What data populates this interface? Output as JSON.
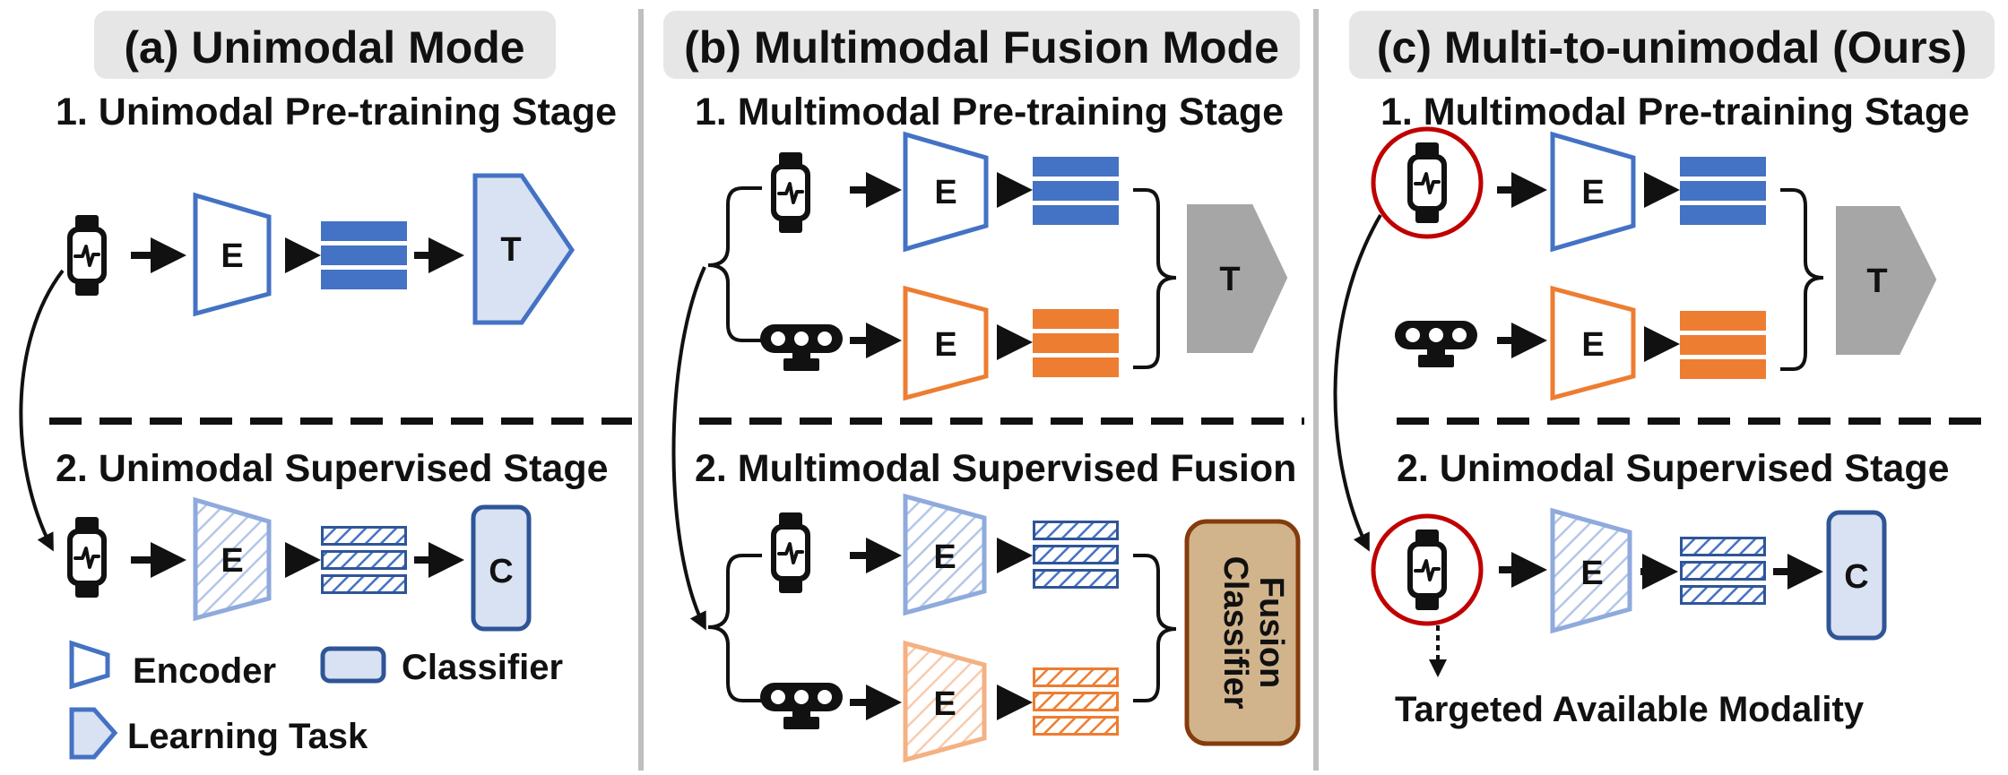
{
  "colors": {
    "blue": "#4472C4",
    "blue_light": "#D9E2F3",
    "orange": "#ED7D31",
    "gray": "#A6A6A6",
    "title_bg": "#E7E6E6",
    "red_circle": "#C00000",
    "fusion_bg": "#D2B48C",
    "fusion_border": "#843C0C"
  },
  "icons": [
    "smartwatch-icon",
    "depth-camera-icon"
  ],
  "panel_a": {
    "title": "(a) Unimodal Mode",
    "stage1": "1. Unimodal Pre-training Stage",
    "stage2": "2. Unimodal  Supervised Stage",
    "encoder_label": "E",
    "task_label": "T",
    "classifier_label": "C"
  },
  "panel_b": {
    "title": "(b) Multimodal Fusion Mode",
    "stage1": "1. Multimodal Pre-training Stage",
    "stage2": "2. Multimodal Supervised Fusion",
    "encoder_label": "E",
    "task_label": "T",
    "fusion_line1": "Fusion",
    "fusion_line2": "Classifier"
  },
  "panel_c": {
    "title": "(c) Multi-to-unimodal (Ours)",
    "stage1": "1. Multimodal Pre-training Stage",
    "stage2": "2. Unimodal Supervised Stage",
    "encoder_label": "E",
    "task_label": "T",
    "classifier_label": "C",
    "note": "Targeted Available Modality"
  },
  "legend": {
    "encoder": "Encoder",
    "classifier": "Classifier",
    "task": "Learning Task"
  }
}
